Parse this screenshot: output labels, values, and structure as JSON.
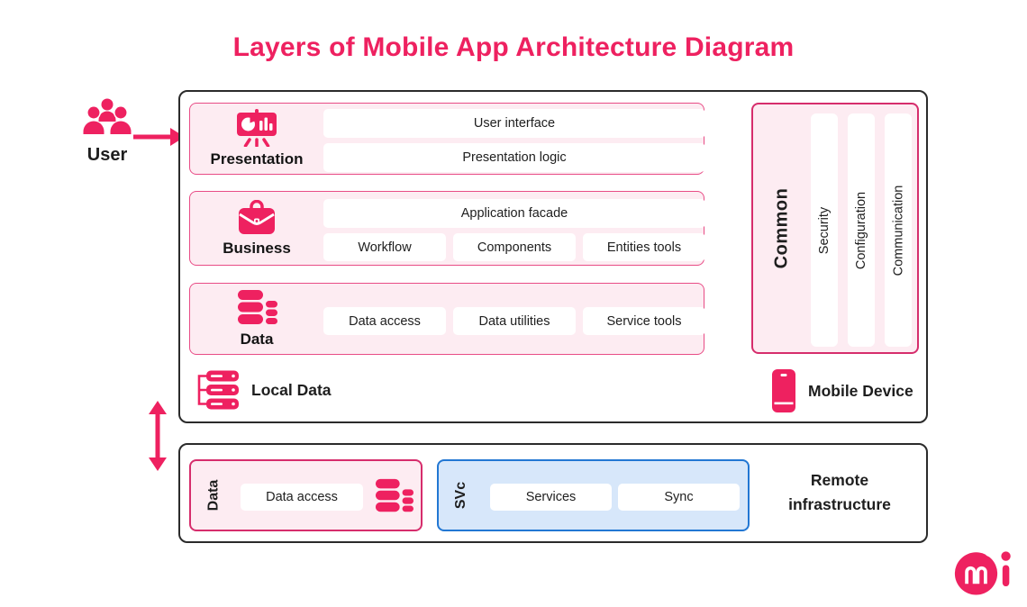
{
  "title": "Layers of Mobile App Architecture Diagram",
  "colors": {
    "accent": "#EE2160",
    "pink_border": "#E84C86",
    "pink_bg": "#FDECF2",
    "crimson_border": "#D62D6C",
    "blue_border": "#2277D3",
    "blue_bg": "#D7E7FA",
    "dark": "#1E1E1E"
  },
  "user": {
    "label": "User",
    "icon": "user-group-icon"
  },
  "device_box": {
    "presentation": {
      "label": "Presentation",
      "icon": "presentation-chart-icon",
      "rows": [
        "User interface",
        "Presentation logic"
      ]
    },
    "business": {
      "label": "Business",
      "icon": "briefcase-icon",
      "facade": "Application facade",
      "items": [
        "Workflow",
        "Components",
        "Entities tools"
      ]
    },
    "data": {
      "label": "Data",
      "icon": "database-icon",
      "items": [
        "Data access",
        "Data utilities",
        "Service tools"
      ]
    },
    "common": {
      "label": "Common",
      "columns": [
        "Security",
        "Configuration",
        "Communication"
      ]
    },
    "local_data": {
      "label": "Local Data",
      "icon": "server-stack-icon"
    },
    "mobile_device": {
      "label": "Mobile Device",
      "icon": "smartphone-icon"
    }
  },
  "remote_box": {
    "data_group": {
      "label": "Data",
      "item": "Data access",
      "icon": "database-icon"
    },
    "svc_group": {
      "label": "SVc",
      "items": [
        "Services",
        "Sync"
      ]
    },
    "caption": "Remote infrastructure"
  },
  "logo": {
    "name": "mi-logo"
  }
}
